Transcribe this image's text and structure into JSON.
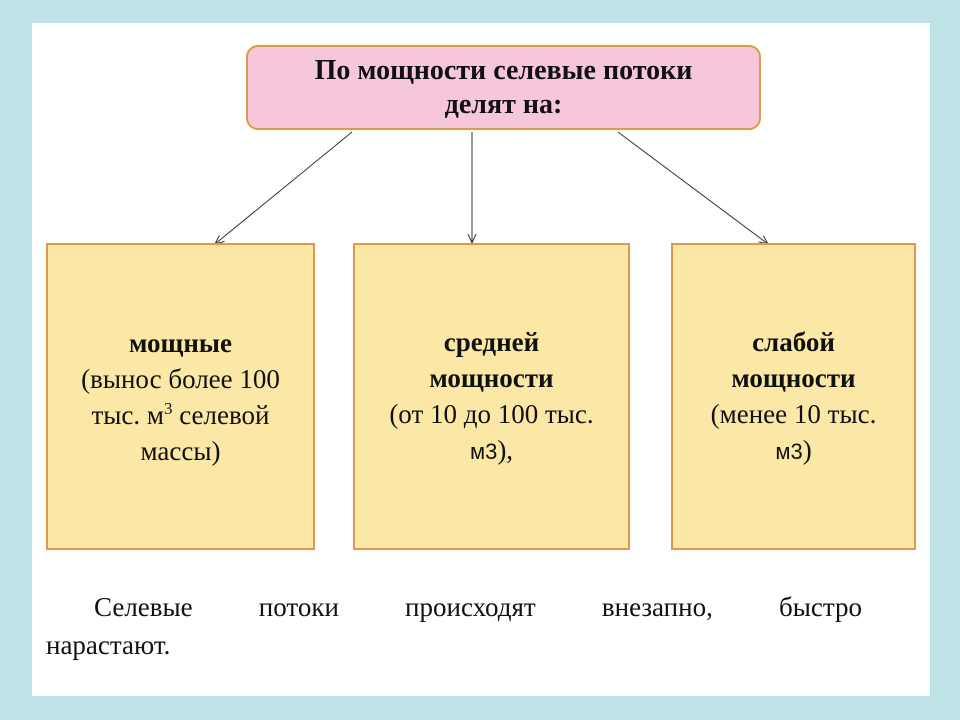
{
  "title": {
    "line1": "По мощности селевые потоки",
    "line2": "делят на:"
  },
  "boxes": [
    {
      "heading": "мощные",
      "line1": "(вынос более 100",
      "line2_a": "тыс. м",
      "line2_sup": "3",
      "line2_b": " селевой",
      "line3": "массы)"
    },
    {
      "heading1": "средней",
      "heading2": "мощности",
      "line1": "(от 10 до 100 тыс.",
      "unit": "м3",
      "tail": "),"
    },
    {
      "heading1": "слабой",
      "heading2": "мощности",
      "line1": "(менее 10 тыс.",
      "unit": "м3",
      "tail": ")"
    }
  ],
  "footer": {
    "words": [
      "Селевые",
      "потоки",
      "происходят",
      "внезапно,",
      "быстро"
    ],
    "line2": "нарастают."
  },
  "colors": {
    "frame": "#bfe3e6",
    "title_fill": "#f6c6dc",
    "box_fill": "#fbe8a6",
    "border": "#e0994b"
  }
}
